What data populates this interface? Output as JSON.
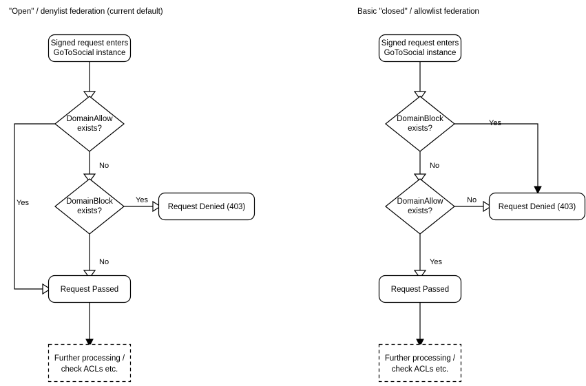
{
  "diagram": {
    "type": "flowchart",
    "background": "#ffffff",
    "stroke_color": "#000000",
    "text_color": "#000000"
  },
  "panels": [
    {
      "id": "open-denylist",
      "title": "\"Open\" / denylist federation (current default)",
      "nodes": {
        "start": {
          "line1": "Signed request enters",
          "line2": "GoToSocial instance",
          "shape": "rounded-rect"
        },
        "decision1": {
          "line1": "DomainAllow",
          "line2": "exists?",
          "shape": "diamond"
        },
        "decision2": {
          "line1": "DomainBlock",
          "line2": "exists?",
          "shape": "diamond"
        },
        "denied": {
          "line1": "Request Denied (403)",
          "shape": "rounded-rect"
        },
        "passed": {
          "line1": "Request Passed",
          "shape": "rounded-rect"
        },
        "further": {
          "line1": "Further processing /",
          "line2": "check ACLs etc.",
          "shape": "dashed-rect"
        }
      },
      "edges": {
        "d1_yes": "Yes",
        "d1_no": "No",
        "d2_yes": "Yes",
        "d2_no": "No"
      }
    },
    {
      "id": "closed-allowlist",
      "title": "Basic \"closed\" / allowlist federation",
      "nodes": {
        "start": {
          "line1": "Signed request enters",
          "line2": "GoToSocial instance",
          "shape": "rounded-rect"
        },
        "decision1": {
          "line1": "DomainBlock",
          "line2": "exists?",
          "shape": "diamond"
        },
        "decision2": {
          "line1": "DomainAllow",
          "line2": "exists?",
          "shape": "diamond"
        },
        "denied": {
          "line1": "Request Denied (403)",
          "shape": "rounded-rect"
        },
        "passed": {
          "line1": "Request Passed",
          "shape": "rounded-rect"
        },
        "further": {
          "line1": "Further processing /",
          "line2": "check ACLs etc.",
          "shape": "dashed-rect"
        }
      },
      "edges": {
        "d1_yes": "Yes",
        "d1_no": "No",
        "d2_no": "No",
        "d2_yes": "Yes"
      }
    }
  ]
}
